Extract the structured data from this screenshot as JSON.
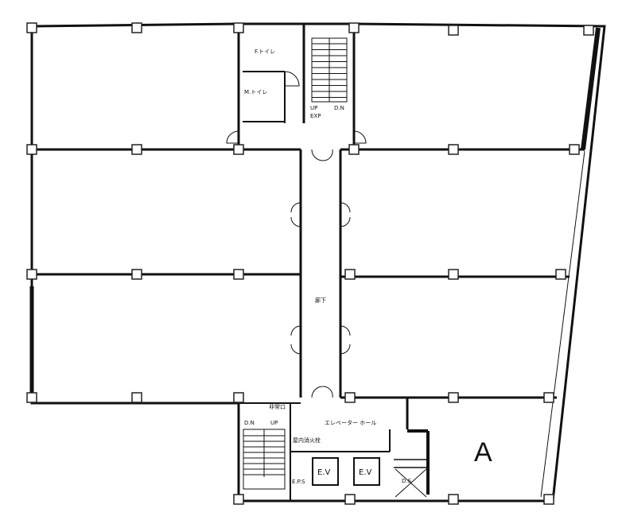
{
  "plan": {
    "labels": {
      "f_toilet": "F.トイレ",
      "m_toilet": "M.トイレ",
      "stair_top_up": "UP",
      "stair_top_dn": "D.N",
      "stair_top_exp": "EXP",
      "corridor": "廊下",
      "emergency_exit": "非常口",
      "stair_bottom_dn": "D.N",
      "stair_bottom_up": "UP",
      "elevator_hall": "エレベーター ホール",
      "hydrant": "屋内消火栓",
      "eps": "E.P.S",
      "ev1": "E.V",
      "ev2": "E.V",
      "ds": "D.S",
      "unit_a": "A"
    }
  }
}
